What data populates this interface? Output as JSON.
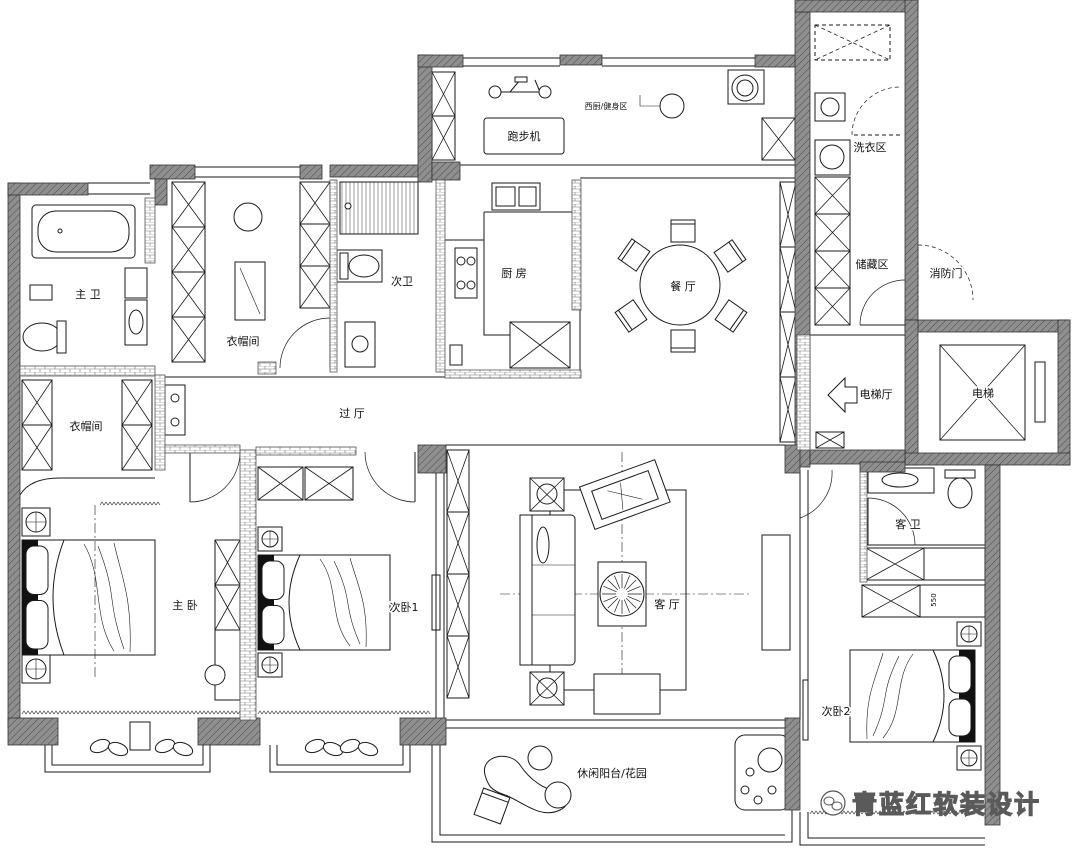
{
  "labels": {
    "west_kitchen_gym": "西厨/健身区",
    "treadmill": "跑步机",
    "laundry": "洗衣区",
    "storage": "储藏区",
    "fire_door": "消防门",
    "master_bath": "主 卫",
    "second_bath": "次卫",
    "kitchen": "厨 房",
    "dining": "餐 厅",
    "closet_upper": "衣帽间",
    "closet_lower": "衣帽间",
    "elevator_lobby": "电梯厅",
    "elevator": "电梯",
    "hallway": "过 厅",
    "guest_bath": "客 卫",
    "master_bedroom": "主 卧",
    "bedroom_1": "次卧1",
    "living_room": "客 厅",
    "bedroom_2": "次卧2",
    "balcony_garden": "休闲阳台/花园"
  },
  "dimension": "550",
  "watermark": "青蓝红软装设计",
  "colors": {
    "wall": "#8f8f8f",
    "line": "#1a1a1a",
    "background": "#ffffff"
  }
}
